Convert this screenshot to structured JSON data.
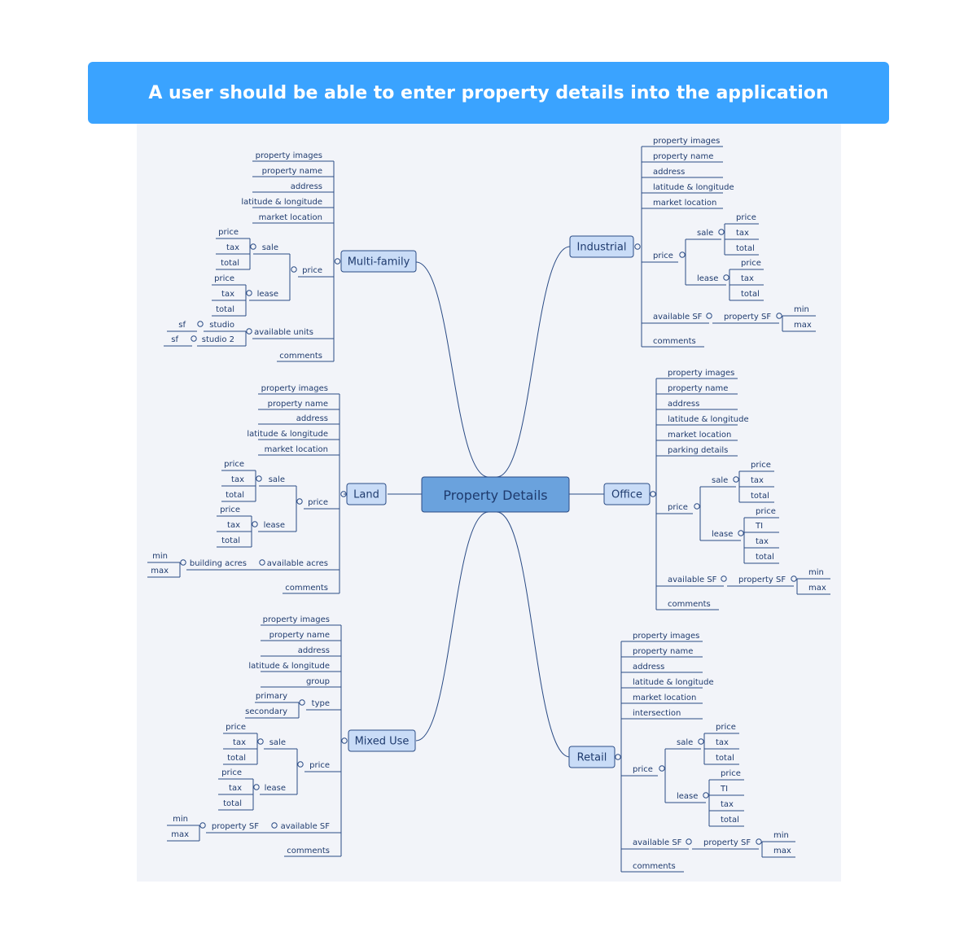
{
  "banner": {
    "title": "A user should be able to enter property details into the application"
  },
  "center": {
    "label": "Property Details"
  },
  "branches": {
    "multifamily": {
      "label": "Multi-family",
      "items": [
        "property images",
        "property name",
        "address",
        "latitude & longitude",
        "market location",
        "comments"
      ],
      "price": {
        "label": "price",
        "sale": "sale",
        "lease": "lease",
        "sale_items": [
          "price",
          "tax",
          "total"
        ],
        "lease_items": [
          "price",
          "tax",
          "total"
        ]
      },
      "units": {
        "label": "available units",
        "studio": "studio",
        "studio2": "studio 2",
        "sf": "sf"
      }
    },
    "land": {
      "label": "Land",
      "items": [
        "property images",
        "property name",
        "address",
        "latitude & longitude",
        "market location",
        "comments"
      ],
      "price": {
        "label": "price",
        "sale": "sale",
        "lease": "lease",
        "sale_items": [
          "price",
          "tax",
          "total"
        ],
        "lease_items": [
          "price",
          "tax",
          "total"
        ]
      },
      "acres": {
        "label": "available acres",
        "building": "building acres",
        "min": "min",
        "max": "max"
      }
    },
    "mixeduse": {
      "label": "Mixed Use",
      "items": [
        "property images",
        "property name",
        "address",
        "latitude & longitude",
        "group",
        "comments"
      ],
      "type": {
        "label": "type",
        "options": [
          "primary",
          "secondary"
        ]
      },
      "price": {
        "label": "price",
        "sale": "sale",
        "lease": "lease",
        "sale_items": [
          "price",
          "tax",
          "total"
        ],
        "lease_items": [
          "price",
          "tax",
          "total"
        ]
      },
      "sf": {
        "label": "available SF",
        "property": "property SF",
        "min": "min",
        "max": "max"
      }
    },
    "industrial": {
      "label": "Industrial",
      "items": [
        "property images",
        "property name",
        "address",
        "latitude & longitude",
        "market location",
        "comments"
      ],
      "price": {
        "label": "price",
        "sale": "sale",
        "lease": "lease",
        "sale_items": [
          "price",
          "tax",
          "total"
        ],
        "lease_items": [
          "price",
          "tax",
          "total"
        ]
      },
      "sf": {
        "label": "available SF",
        "property": "property SF",
        "min": "min",
        "max": "max"
      }
    },
    "office": {
      "label": "Office",
      "items": [
        "property images",
        "property name",
        "address",
        "latitude & longitude",
        "market location",
        "parking details",
        "comments"
      ],
      "price": {
        "label": "price",
        "sale": "sale",
        "lease": "lease",
        "sale_items": [
          "price",
          "tax",
          "total"
        ],
        "lease_items": [
          "price",
          "TI",
          "tax",
          "total"
        ]
      },
      "sf": {
        "label": "available SF",
        "property": "property SF",
        "min": "min",
        "max": "max"
      }
    },
    "retail": {
      "label": "Retail",
      "items": [
        "property images",
        "property name",
        "address",
        "latitude & longitude",
        "market location",
        "intersection",
        "comments"
      ],
      "price": {
        "label": "price",
        "sale": "sale",
        "lease": "lease",
        "sale_items": [
          "price",
          "tax",
          "total"
        ],
        "lease_items": [
          "price",
          "TI",
          "tax",
          "total"
        ]
      },
      "sf": {
        "label": "available SF",
        "property": "property SF",
        "min": "min",
        "max": "max"
      }
    }
  }
}
